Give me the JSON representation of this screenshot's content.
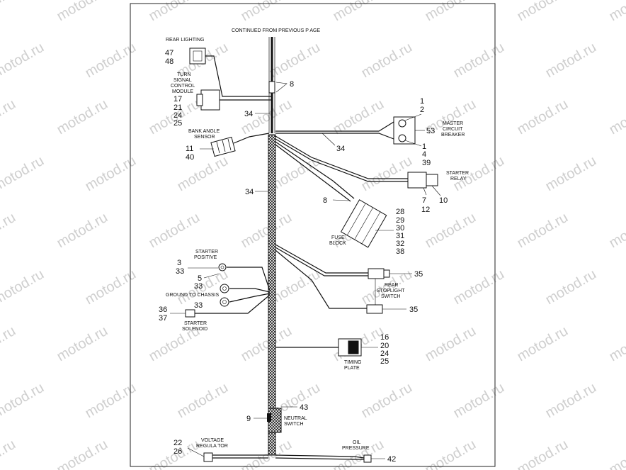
{
  "watermark_text": "motod.ru",
  "colors": {
    "line": "#111111",
    "harness": "#222222",
    "watermark": "#cfcfcf",
    "frame": "#222222"
  },
  "labels": {
    "continued": "CONTINUED FROM PREVIOUS P  AGE",
    "rear_lighting": "REAR LIGHTING",
    "turn_signal_1": "TURN",
    "turn_signal_2": "SIGNAL",
    "turn_signal_3": "CONTROL",
    "turn_signal_4": "MODULE",
    "bank_angle_1": "BANK ANGLE",
    "bank_angle_2": "SENSOR",
    "master_1": "MASTER",
    "master_2": "CIRCUIT",
    "master_3": "BREAKER",
    "starter_relay_1": "STARTER",
    "starter_relay_2": "RELAY",
    "fuse_1": "FUSE",
    "fuse_2": "BLOCK",
    "starter_pos_1": "STARTER",
    "starter_pos_2": "POSITIVE",
    "ground": "GROUND TO CHASSIS",
    "starter_sol_1": "STARTER",
    "starter_sol_2": "SOLENOID",
    "rear_stop_1": "REAR",
    "rear_stop_2": "STOPLIGHT",
    "rear_stop_3": "SWITCH",
    "timing_1": "TIMING",
    "timing_2": "PLATE",
    "neutral_1": "NEUTRAL",
    "neutral_2": "SWITCH",
    "voltage_1": "VOLTAGE",
    "voltage_2": "REGULA TOR",
    "oil_1": "OIL",
    "oil_2": "PRESSURE"
  },
  "callouts": {
    "rear_lighting": [
      "47",
      "48"
    ],
    "turn_signal": [
      "17",
      "21",
      "24",
      "25"
    ],
    "harness_top": "8",
    "harness_34a": "34",
    "master_top": [
      "1",
      "2"
    ],
    "master_side": "53",
    "master_bottom": [
      "1",
      "4",
      "39"
    ],
    "branch_34": "34",
    "bank_angle": [
      "11",
      "40"
    ],
    "main_34": "34",
    "starter_relay": [
      "7",
      "10",
      "12"
    ],
    "fuse_8": "8",
    "fuse_block": [
      "28",
      "29",
      "30",
      "31",
      "32",
      "38"
    ],
    "starter_pos": [
      "3",
      "33"
    ],
    "five": "5",
    "ground": [
      "33",
      "33"
    ],
    "starter_sol": [
      "36",
      "37"
    ],
    "rear_stop_a": "35",
    "rear_stop_b": "35",
    "timing_plate": [
      "16",
      "20",
      "24",
      "25"
    ],
    "neutral_43": "43",
    "neutral_9": "9",
    "voltage": [
      "22",
      "26"
    ],
    "oil": "42"
  }
}
